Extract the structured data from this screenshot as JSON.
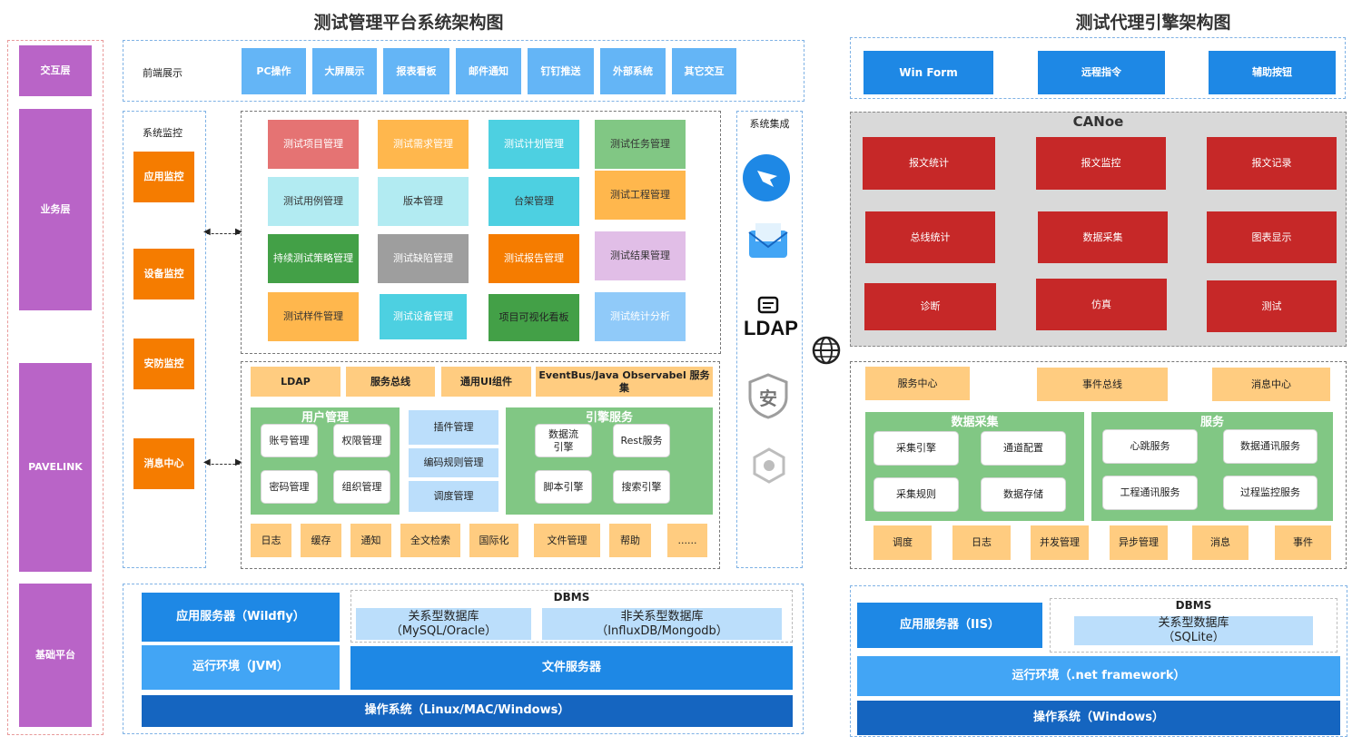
{
  "left": {
    "title": "测试管理平台系统架构图",
    "layers": [
      "交互层",
      "业务层",
      "PAVELINK",
      "基础平台"
    ],
    "frontend": {
      "label": "前端展示",
      "items": [
        "PC操作",
        "大屏展示",
        "报表看板",
        "邮件通知",
        "钉钉推送",
        "外部系统",
        "其它交互"
      ]
    },
    "monitor": {
      "label": "系统监控",
      "items": [
        "应用监控",
        "设备监控",
        "安防监控",
        "消息中心"
      ]
    },
    "modules": [
      "测试项目管理",
      "测试需求管理",
      "测试计划管理",
      "测试任务管理",
      "测试用例管理",
      "版本管理",
      "台架管理",
      "测试工程管理",
      "持续测试策略管理",
      "测试缺陷管理",
      "测试报告管理",
      "测试结果管理",
      "测试样件管理",
      "测试设备管理",
      "项目可视化看板",
      "测试统计分析"
    ],
    "services_top": [
      "LDAP",
      "服务总线",
      "通用UI组件",
      "EventBus/Java Observabel 服务集"
    ],
    "user_mgmt": {
      "title": "用户管理",
      "items": [
        "账号管理",
        "权限管理",
        "密码管理",
        "组织管理"
      ]
    },
    "middle_services": [
      "插件管理",
      "编码规则管理",
      "调度管理"
    ],
    "engine": {
      "title": "引擎服务",
      "items": [
        "数据流\n引擎",
        "Rest服务",
        "脚本引擎",
        "搜索引擎"
      ]
    },
    "utilities": [
      "日志",
      "缓存",
      "通知",
      "全文检索",
      "国际化",
      "文件管理",
      "帮助",
      "......"
    ],
    "integration": {
      "label": "系统集成",
      "icons": [
        "dingtalk-icon",
        "mail-icon",
        "ldap-icon",
        "security-shield-icon",
        "hexagon-icon"
      ],
      "ldap_text": "LDAP",
      "shield_text": "安"
    },
    "base": {
      "app_server": "应用服务器（Wildfly）",
      "runtime": "运行环境（JVM）",
      "dbms": "DBMS",
      "relational": "关系型数据库\n（MySQL/Oracle）",
      "nonrelational": "非关系型数据库\n（InfluxDB/Mongodb）",
      "file_server": "文件服务器",
      "os": "操作系统（Linux/MAC/Windows）"
    }
  },
  "right": {
    "title": "测试代理引擎架构图",
    "top": [
      "Win Form",
      "远程指令",
      "辅助按钮"
    ],
    "canoe": {
      "title": "CANoe",
      "items": [
        "报文统计",
        "报文监控",
        "报文记录",
        "总线统计",
        "数据采集",
        "图表显示",
        "诊断",
        "仿真",
        "测试"
      ]
    },
    "bus": [
      "服务中心",
      "事件总线",
      "消息中心"
    ],
    "data_collection": {
      "title": "数据采集",
      "items": [
        "采集引擎",
        "通道配置",
        "采集规则",
        "数据存储"
      ]
    },
    "services": {
      "title": "服务",
      "items": [
        "心跳服务",
        "数据通讯服务",
        "工程通讯服务",
        "过程监控服务"
      ]
    },
    "utilities": [
      "调度",
      "日志",
      "并发管理",
      "异步管理",
      "消息",
      "事件"
    ],
    "base": {
      "app_server": "应用服务器（IIS）",
      "dbms": "DBMS",
      "relational": "关系型数据库\n（SQLite）",
      "runtime": "运行环境（.net framework）",
      "os": "操作系统（Windows）"
    }
  },
  "colors": {
    "purple": "#b964c7",
    "blue": "#64b5f6",
    "orange": "#f57c00",
    "crimson": "#c62828",
    "green": "#81c784"
  }
}
